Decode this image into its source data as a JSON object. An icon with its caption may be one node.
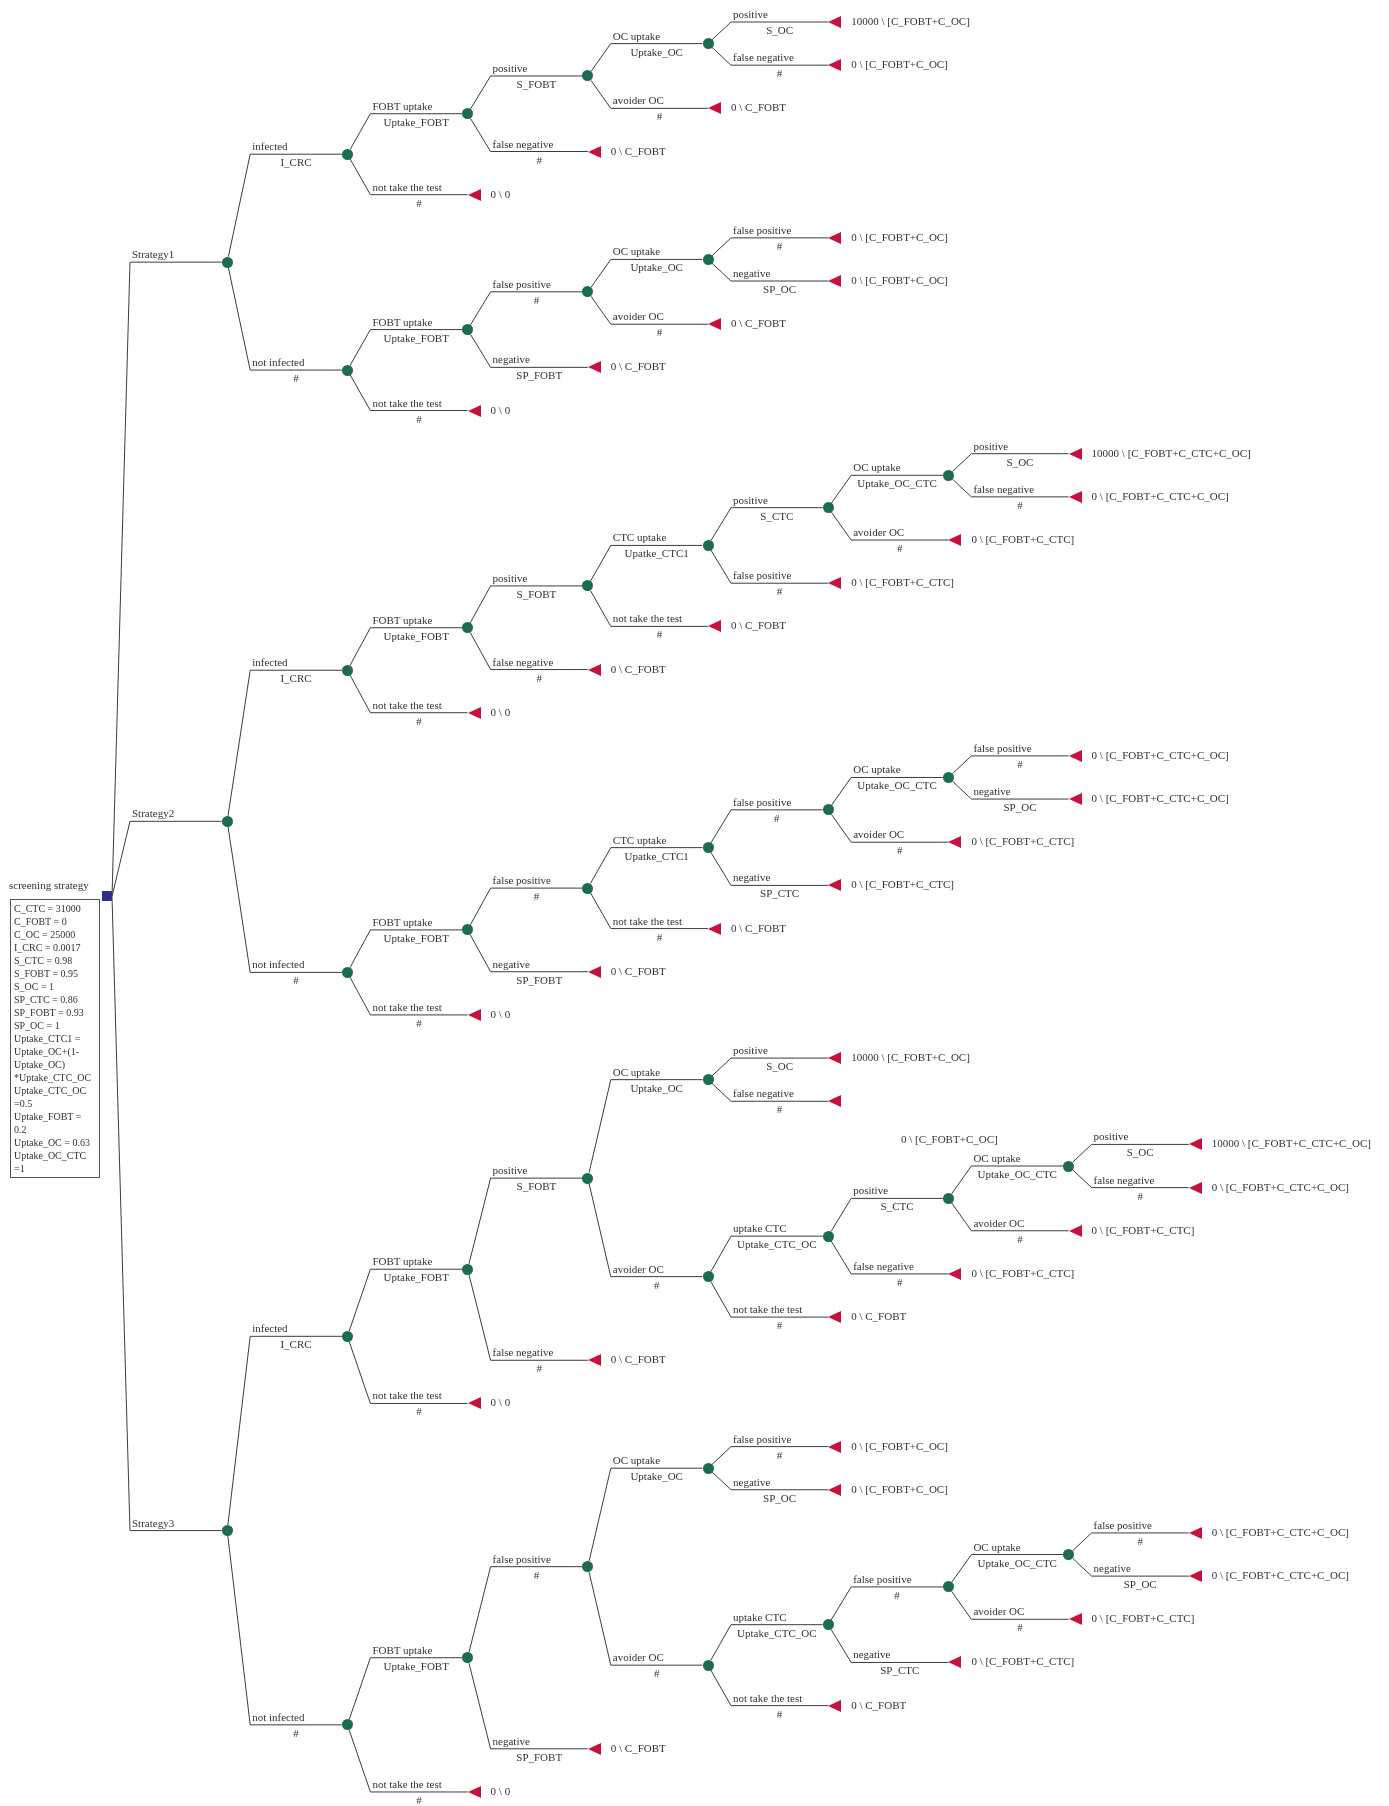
{
  "diagram": {
    "nodes": [
      {
        "text": [],
        "shape": "box",
        "beside": [
          "screening strategy"
        ]
      },
      {
        "text": [
          "C_CTC = 31000",
          "C_FOBT = 0",
          "C_OC = 25000",
          "I_CRC = 0.0017",
          "S_CTC = 0.98",
          "S_FOBT = 0.95",
          "S_OC = 1",
          "SP_CTC = 0.86",
          "SP_FOBT = 0.93",
          "SP_OC = 1",
          "Uptake_CTC1 = Uptake_OC+(1-Uptake_OC) *Uptake_CTC_OC",
          "Uptake_CTC_OC =0.5",
          "Uptake_FOBT = 0.2",
          "Uptake_OC = 0.63",
          "Uptake_OC_CTC =1"
        ]
      },
      {
        "text": [],
        "shape": "circle"
      },
      {
        "text": [],
        "shape": "circle"
      },
      {
        "text": [],
        "shape": "circle"
      },
      {
        "text": [],
        "shape": "circle"
      },
      {
        "text": [],
        "shape": "circle"
      },
      {
        "text": [],
        "shape": "triangle",
        "beside": [
          "10000 \\ [C_FOBT+C_OC]"
        ]
      },
      {
        "text": [],
        "shape": "triangle",
        "beside": [
          "0 \\ [C_FOBT+C_OC]"
        ]
      },
      {
        "text": [],
        "shape": "triangle",
        "beside": [
          "0 \\ C_FOBT"
        ]
      },
      {
        "text": [],
        "shape": "triangle",
        "beside": [
          "0 \\ C_FOBT"
        ]
      },
      {
        "text": [],
        "shape": "triangle",
        "beside": [
          "0 \\ 0"
        ]
      },
      {
        "text": [],
        "shape": "circle"
      },
      {
        "text": [],
        "shape": "circle"
      },
      {
        "text": [],
        "shape": "circle"
      },
      {
        "text": [],
        "shape": "circle"
      },
      {
        "text": [],
        "shape": "triangle",
        "beside": [
          "0 \\ [C_FOBT+C_OC]"
        ]
      },
      {
        "text": [],
        "shape": "triangle",
        "beside": [
          "0 \\ [C_FOBT+C_OC]"
        ]
      },
      {
        "text": [],
        "shape": "triangle",
        "beside": [
          "0 \\ C_FOBT"
        ]
      },
      {
        "text": [],
        "shape": "triangle",
        "beside": [
          "0 \\ C_FOBT"
        ]
      },
      {
        "text": [],
        "shape": "triangle",
        "beside": [
          "0 \\ 0"
        ]
      },
      {
        "text": [],
        "shape": "circle"
      },
      {
        "text": [],
        "shape": "circle"
      },
      {
        "text": [],
        "shape": "circle"
      },
      {
        "text": [],
        "shape": "circle"
      },
      {
        "text": [],
        "shape": "circle"
      },
      {
        "text": [],
        "shape": "circle"
      },
      {
        "text": [],
        "shape": "circle"
      },
      {
        "text": [],
        "shape": "triangle",
        "beside": [
          "10000 \\ [C_FOBT+C_CTC+C_OC]"
        ]
      },
      {
        "text": [],
        "shape": "triangle",
        "beside": [
          "0 \\ [C_FOBT+C_CTC+C_OC]"
        ]
      },
      {
        "text": [],
        "shape": "triangle",
        "beside": [
          "0 \\ [C_FOBT+C_CTC]"
        ]
      },
      {
        "text": [],
        "shape": "triangle",
        "beside": [
          "0 \\ [C_FOBT+C_CTC]"
        ]
      },
      {
        "text": [],
        "shape": "triangle",
        "beside": [
          "0 \\ C_FOBT"
        ]
      },
      {
        "text": [],
        "shape": "triangle",
        "beside": [
          "0 \\ C_FOBT"
        ]
      },
      {
        "text": [],
        "shape": "triangle",
        "beside": [
          "0 \\ 0"
        ]
      },
      {
        "text": [],
        "shape": "circle"
      },
      {
        "text": [],
        "shape": "circle"
      },
      {
        "text": [],
        "shape": "circle"
      },
      {
        "text": [],
        "shape": "circle"
      },
      {
        "text": [],
        "shape": "circle"
      },
      {
        "text": [],
        "shape": "circle"
      },
      {
        "text": [],
        "shape": "triangle",
        "beside": [
          "0 \\ [C_FOBT+C_CTC+C_OC]"
        ]
      },
      {
        "text": [],
        "shape": "triangle",
        "beside": [
          "0 \\ [C_FOBT+C_CTC+C_OC]"
        ]
      },
      {
        "text": [],
        "shape": "triangle",
        "beside": [
          "0 \\ [C_FOBT+C_CTC]"
        ]
      },
      {
        "text": [],
        "shape": "triangle",
        "beside": [
          "0 \\ [C_FOBT+C_CTC]"
        ]
      },
      {
        "text": [],
        "shape": "triangle",
        "beside": [
          "0 \\ C_FOBT"
        ]
      },
      {
        "text": [],
        "shape": "triangle",
        "beside": [
          "0 \\ C_FOBT"
        ]
      },
      {
        "text": [],
        "shape": "triangle",
        "beside": [
          "0 \\ 0"
        ]
      },
      {
        "text": [],
        "shape": "circle"
      },
      {
        "text": [],
        "shape": "circle"
      },
      {
        "text": [],
        "shape": "circle"
      },
      {
        "text": [],
        "shape": "circle"
      },
      {
        "text": [],
        "shape": "circle"
      },
      {
        "text": [],
        "shape": "triangle",
        "beside": [
          "10000 \\ [C_FOBT+C_OC]"
        ]
      },
      {
        "text": [],
        "shape": "triangle"
      },
      {
        "text": [],
        "shape": "circle"
      },
      {
        "text": [],
        "shape": "circle"
      },
      {
        "text": [],
        "shape": "circle"
      },
      {
        "text": [],
        "shape": "circle"
      },
      {
        "text": [],
        "shape": "triangle",
        "beside": [
          "10000 \\ [C_FOBT+C_CTC+C_OC]"
        ]
      },
      {
        "text": [],
        "shape": "triangle",
        "beside": [
          "0 \\ [C_FOBT+C_CTC+C_OC]"
        ]
      },
      {
        "text": [],
        "shape": "triangle",
        "beside": [
          "0 \\ [C_FOBT+C_CTC]"
        ]
      },
      {
        "text": [],
        "shape": "triangle",
        "beside": [
          "0 \\ [C_FOBT+C_CTC]"
        ]
      },
      {
        "text": [],
        "shape": "triangle",
        "beside": [
          "0 \\ C_FOBT"
        ]
      },
      {
        "text": [],
        "shape": "triangle",
        "beside": [
          "0 \\ C_FOBT"
        ]
      },
      {
        "text": [],
        "shape": "triangle",
        "beside": [
          "0 \\ 0"
        ]
      },
      {
        "text": [],
        "shape": "circle"
      },
      {
        "text": [],
        "shape": "circle"
      },
      {
        "text": [],
        "shape": "circle"
      },
      {
        "text": [],
        "shape": "circle"
      },
      {
        "text": [],
        "shape": "triangle",
        "beside": [
          "0 \\ [C_FOBT+C_OC]"
        ]
      },
      {
        "text": [],
        "shape": "triangle",
        "beside": [
          "0 \\ [C_FOBT+C_OC]"
        ]
      },
      {
        "text": [],
        "shape": "circle"
      },
      {
        "text": [],
        "shape": "circle"
      },
      {
        "text": [],
        "shape": "circle"
      },
      {
        "text": [],
        "shape": "circle"
      },
      {
        "text": [],
        "shape": "triangle",
        "beside": [
          "0 \\ [C_FOBT+C_CTC+C_OC]"
        ]
      },
      {
        "text": [],
        "shape": "triangle",
        "beside": [
          "0 \\ [C_FOBT+C_CTC+C_OC]"
        ]
      },
      {
        "text": [],
        "shape": "triangle",
        "beside": [
          "0 \\ [C_FOBT+C_CTC]"
        ]
      },
      {
        "text": [],
        "shape": "triangle",
        "beside": [
          "0 \\ [C_FOBT+C_CTC]"
        ]
      },
      {
        "text": [],
        "shape": "triangle",
        "beside": [
          "0 \\ C_FOBT"
        ]
      },
      {
        "text": [],
        "shape": "triangle",
        "beside": [
          "0 \\ C_FOBT"
        ]
      },
      {
        "text": [],
        "shape": "triangle",
        "beside": [
          "0 \\ 0"
        ]
      }
    ],
    "edges": [
      {
        "from": 0,
        "to": 2,
        "arrow": "none",
        "label": "Strategy1"
      },
      {
        "from": 2,
        "to": 3,
        "arrow": "none",
        "label": "infected"
      },
      {
        "from": 3,
        "to": 4,
        "arrow": "none",
        "label": "FOBT uptake"
      },
      {
        "from": 4,
        "to": 5,
        "arrow": "none",
        "label": "positive"
      },
      {
        "from": 5,
        "to": 6,
        "arrow": "none",
        "label": "OC uptake"
      },
      {
        "from": 6,
        "to": 7,
        "arrow": "none",
        "label": "positive"
      },
      {
        "from": 6,
        "to": 8,
        "arrow": "none",
        "label": "false negative"
      },
      {
        "from": 5,
        "to": 9,
        "arrow": "none",
        "label": "avoider OC"
      },
      {
        "from": 4,
        "to": 10,
        "arrow": "none",
        "label": "false negative"
      },
      {
        "from": 3,
        "to": 11,
        "arrow": "none",
        "label": "not take the test"
      },
      {
        "from": 2,
        "to": 12,
        "arrow": "none",
        "label": "not infected"
      },
      {
        "from": 12,
        "to": 13,
        "arrow": "none",
        "label": "FOBT uptake"
      },
      {
        "from": 13,
        "to": 14,
        "arrow": "none",
        "label": "false positive"
      },
      {
        "from": 14,
        "to": 15,
        "arrow": "none",
        "label": "OC uptake"
      },
      {
        "from": 15,
        "to": 16,
        "arrow": "none",
        "label": "false positive"
      },
      {
        "from": 15,
        "to": 17,
        "arrow": "none",
        "label": "negative"
      },
      {
        "from": 14,
        "to": 18,
        "arrow": "none",
        "label": "avoider OC"
      },
      {
        "from": 13,
        "to": 19,
        "arrow": "none",
        "label": "negative"
      },
      {
        "from": 12,
        "to": 20,
        "arrow": "none",
        "label": "not take the test"
      },
      {
        "from": 0,
        "to": 21,
        "arrow": "none",
        "label": "Strategy2"
      },
      {
        "from": 21,
        "to": 22,
        "arrow": "none",
        "label": "infected"
      },
      {
        "from": 22,
        "to": 23,
        "arrow": "none",
        "label": "FOBT uptake"
      },
      {
        "from": 23,
        "to": 24,
        "arrow": "none",
        "label": "positive"
      },
      {
        "from": 24,
        "to": 25,
        "arrow": "none",
        "label": "CTC uptake"
      },
      {
        "from": 25,
        "to": 26,
        "arrow": "none",
        "label": "positive"
      },
      {
        "from": 26,
        "to": 27,
        "arrow": "none",
        "label": "OC uptake"
      },
      {
        "from": 27,
        "to": 28,
        "arrow": "none",
        "label": "positive"
      },
      {
        "from": 27,
        "to": 29,
        "arrow": "none",
        "label": "false negative"
      },
      {
        "from": 26,
        "to": 30,
        "arrow": "none",
        "label": "avoider OC"
      },
      {
        "from": 25,
        "to": 31,
        "arrow": "none",
        "label": "false positive"
      },
      {
        "from": 24,
        "to": 32,
        "arrow": "none",
        "label": "not take the test"
      },
      {
        "from": 23,
        "to": 33,
        "arrow": "none",
        "label": "false negative"
      },
      {
        "from": 22,
        "to": 34,
        "arrow": "none",
        "label": "not take the test"
      },
      {
        "from": 21,
        "to": 35,
        "arrow": "none",
        "label": "not infected"
      },
      {
        "from": 35,
        "to": 36,
        "arrow": "none",
        "label": "FOBT uptake"
      },
      {
        "from": 36,
        "to": 37,
        "arrow": "none",
        "label": "false positive"
      },
      {
        "from": 37,
        "to": 38,
        "arrow": "none",
        "label": "CTC uptake"
      },
      {
        "from": 38,
        "to": 39,
        "arrow": "none",
        "label": "false positive"
      },
      {
        "from": 39,
        "to": 40,
        "arrow": "none",
        "label": "OC uptake"
      },
      {
        "from": 40,
        "to": 41,
        "arrow": "none",
        "label": "false positive"
      },
      {
        "from": 40,
        "to": 42,
        "arrow": "none",
        "label": "negative"
      },
      {
        "from": 39,
        "to": 43,
        "arrow": "none",
        "label": "avoider OC"
      },
      {
        "from": 38,
        "to": 44,
        "arrow": "none",
        "label": "negative"
      },
      {
        "from": 37,
        "to": 45,
        "arrow": "none",
        "label": "not take the test"
      },
      {
        "from": 36,
        "to": 46,
        "arrow": "none",
        "label": "negative"
      },
      {
        "from": 35,
        "to": 47,
        "arrow": "none",
        "label": "not take the test"
      },
      {
        "from": 0,
        "to": 48,
        "arrow": "none",
        "label": "Strategy3"
      },
      {
        "from": 48,
        "to": 49,
        "arrow": "none",
        "label": "infected"
      },
      {
        "from": 49,
        "to": 50,
        "arrow": "none",
        "label": "FOBT uptake"
      },
      {
        "from": 50,
        "to": 51,
        "arrow": "none",
        "label": "positive"
      },
      {
        "from": 51,
        "to": 52,
        "arrow": "none",
        "label": "OC uptake"
      },
      {
        "from": 52,
        "to": 53,
        "arrow": "none",
        "label": "positive"
      },
      {
        "from": 52,
        "to": 54,
        "arrow": "none",
        "label": "false negative"
      },
      {
        "from": 51,
        "to": 55,
        "arrow": "none",
        "label": "avoider OC"
      },
      {
        "from": 55,
        "to": 56,
        "arrow": "none",
        "label": "uptake CTC"
      },
      {
        "from": 56,
        "to": 57,
        "arrow": "none",
        "label": "positive"
      },
      {
        "from": 57,
        "to": 58,
        "arrow": "none",
        "label": "OC uptake"
      },
      {
        "from": 58,
        "to": 59,
        "arrow": "none",
        "label": "positive"
      },
      {
        "from": 58,
        "to": 60,
        "arrow": "none",
        "label": "false negative"
      },
      {
        "from": 57,
        "to": 61,
        "arrow": "none",
        "label": "avoider OC"
      },
      {
        "from": 56,
        "to": 62,
        "arrow": "none",
        "label": "false negative"
      },
      {
        "from": 55,
        "to": 63,
        "arrow": "none",
        "label": "not take the test"
      },
      {
        "from": 50,
        "to": 64,
        "arrow": "none",
        "label": "false negative"
      },
      {
        "from": 49,
        "to": 65,
        "arrow": "none",
        "label": "not take the test"
      },
      {
        "from": 48,
        "to": 66,
        "arrow": "none",
        "label": "not infected"
      },
      {
        "from": 66,
        "to": 67,
        "arrow": "none",
        "label": "FOBT uptake"
      },
      {
        "from": 67,
        "to": 68,
        "arrow": "none",
        "label": "false positive"
      },
      {
        "from": 68,
        "to": 69,
        "arrow": "none",
        "label": "OC uptake"
      },
      {
        "from": 69,
        "to": 70,
        "arrow": "none",
        "label": "false positive"
      },
      {
        "from": 69,
        "to": 71,
        "arrow": "none",
        "label": "negative"
      },
      {
        "from": 68,
        "to": 72,
        "arrow": "none",
        "label": "avoider OC"
      },
      {
        "from": 72,
        "to": 73,
        "arrow": "none",
        "label": "uptake CTC"
      },
      {
        "from": 73,
        "to": 74,
        "arrow": "none",
        "label": "false positive"
      },
      {
        "from": 74,
        "to": 75,
        "arrow": "none",
        "label": "OC uptake"
      },
      {
        "from": 75,
        "to": 76,
        "arrow": "none",
        "label": "false positive"
      },
      {
        "from": 75,
        "to": 77,
        "arrow": "none",
        "label": "negative"
      },
      {
        "from": 74,
        "to": 78,
        "arrow": "none",
        "label": "avoider OC"
      },
      {
        "from": 73,
        "to": 79,
        "arrow": "none",
        "label": "negative"
      },
      {
        "from": 72,
        "to": 80,
        "arrow": "none",
        "label": "not take the test"
      },
      {
        "from": 67,
        "to": 81,
        "arrow": "none",
        "label": "negative"
      },
      {
        "from": 66,
        "to": 82,
        "arrow": "none",
        "label": "not take the test"
      }
    ],
    "labels": [
      "I_CRC",
      "Uptake_FOBT",
      "S_FOBT",
      "Uptake_OC",
      "S_OC",
      "#",
      "#",
      "#",
      "#",
      "#",
      "Uptake_FOBT",
      "#",
      "Uptake_OC",
      "#",
      "SP_OC",
      "#",
      "SP_FOBT",
      "#",
      "I_CRC",
      "Uptake_FOBT",
      "S_FOBT",
      "Upatke_CTC1",
      "S_CTC",
      "Uptake_OC_CTC",
      "S_OC",
      "#",
      "#",
      "#",
      "#",
      "#",
      "#",
      "#",
      "Uptake_FOBT",
      "#",
      "Upatke_CTC1",
      "#",
      "Uptake_OC_CTC",
      "#",
      "SP_OC",
      "#",
      "SP_CTC",
      "#",
      "SP_FOBT",
      "#",
      "I_CRC",
      "Uptake_FOBT",
      "S_FOBT",
      "Uptake_OC",
      "S_OC",
      "#",
      "#",
      "Uptake_CTC_OC",
      "S_CTC",
      "Uptake_OC_CTC",
      "S_OC",
      "#",
      "#",
      "#",
      "#",
      "#",
      "#",
      "#",
      "Uptake_FOBT",
      "#",
      "Uptake_OC",
      "#",
      "SP_OC",
      "#",
      "Uptake_CTC_OC",
      "#",
      "Uptake_OC_CTC",
      "#",
      "SP_OC",
      "#",
      "SP_CTC",
      "#",
      "SP_FOBT",
      "#",
      "0 \\ [C_FOBT+C_OC]"
    ]
  }
}
